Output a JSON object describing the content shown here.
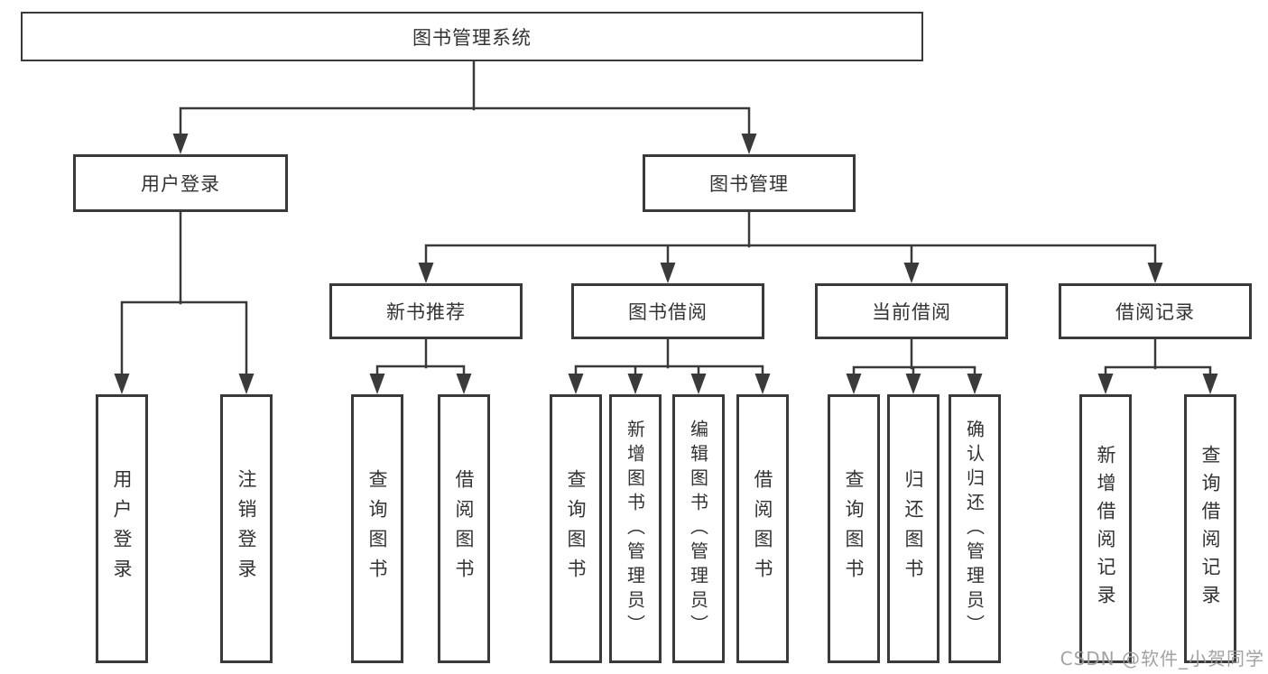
{
  "colors": {
    "background": "#ffffff",
    "box_fill": "#ffffff",
    "box_border": "#3a3a3a",
    "line": "#3a3a3a",
    "text": "#333333",
    "watermark": "#9b9b9b"
  },
  "watermark": {
    "text": "CSDN @软件_小贺同学"
  },
  "diagram": {
    "root": {
      "label": "图书管理系统"
    },
    "branches": [
      {
        "label": "用户登录",
        "children": [
          {
            "label": "用户登录"
          },
          {
            "label": "注销登录"
          }
        ]
      },
      {
        "label": "图书管理",
        "children": [
          {
            "label": "新书推荐",
            "children": [
              {
                "label": "查询图书"
              },
              {
                "label": "借阅图书"
              }
            ]
          },
          {
            "label": "图书借阅",
            "children": [
              {
                "label": "查询图书"
              },
              {
                "label": "新增图书（管理员）"
              },
              {
                "label": "编辑图书（管理员）"
              },
              {
                "label": "借阅图书"
              }
            ]
          },
          {
            "label": "当前借阅",
            "children": [
              {
                "label": "查询图书"
              },
              {
                "label": "归还图书"
              },
              {
                "label": "确认归还（管理员）"
              }
            ]
          },
          {
            "label": "借阅记录",
            "children": [
              {
                "label": "新增借阅记录"
              },
              {
                "label": "查询借阅记录"
              }
            ]
          }
        ]
      }
    ]
  }
}
